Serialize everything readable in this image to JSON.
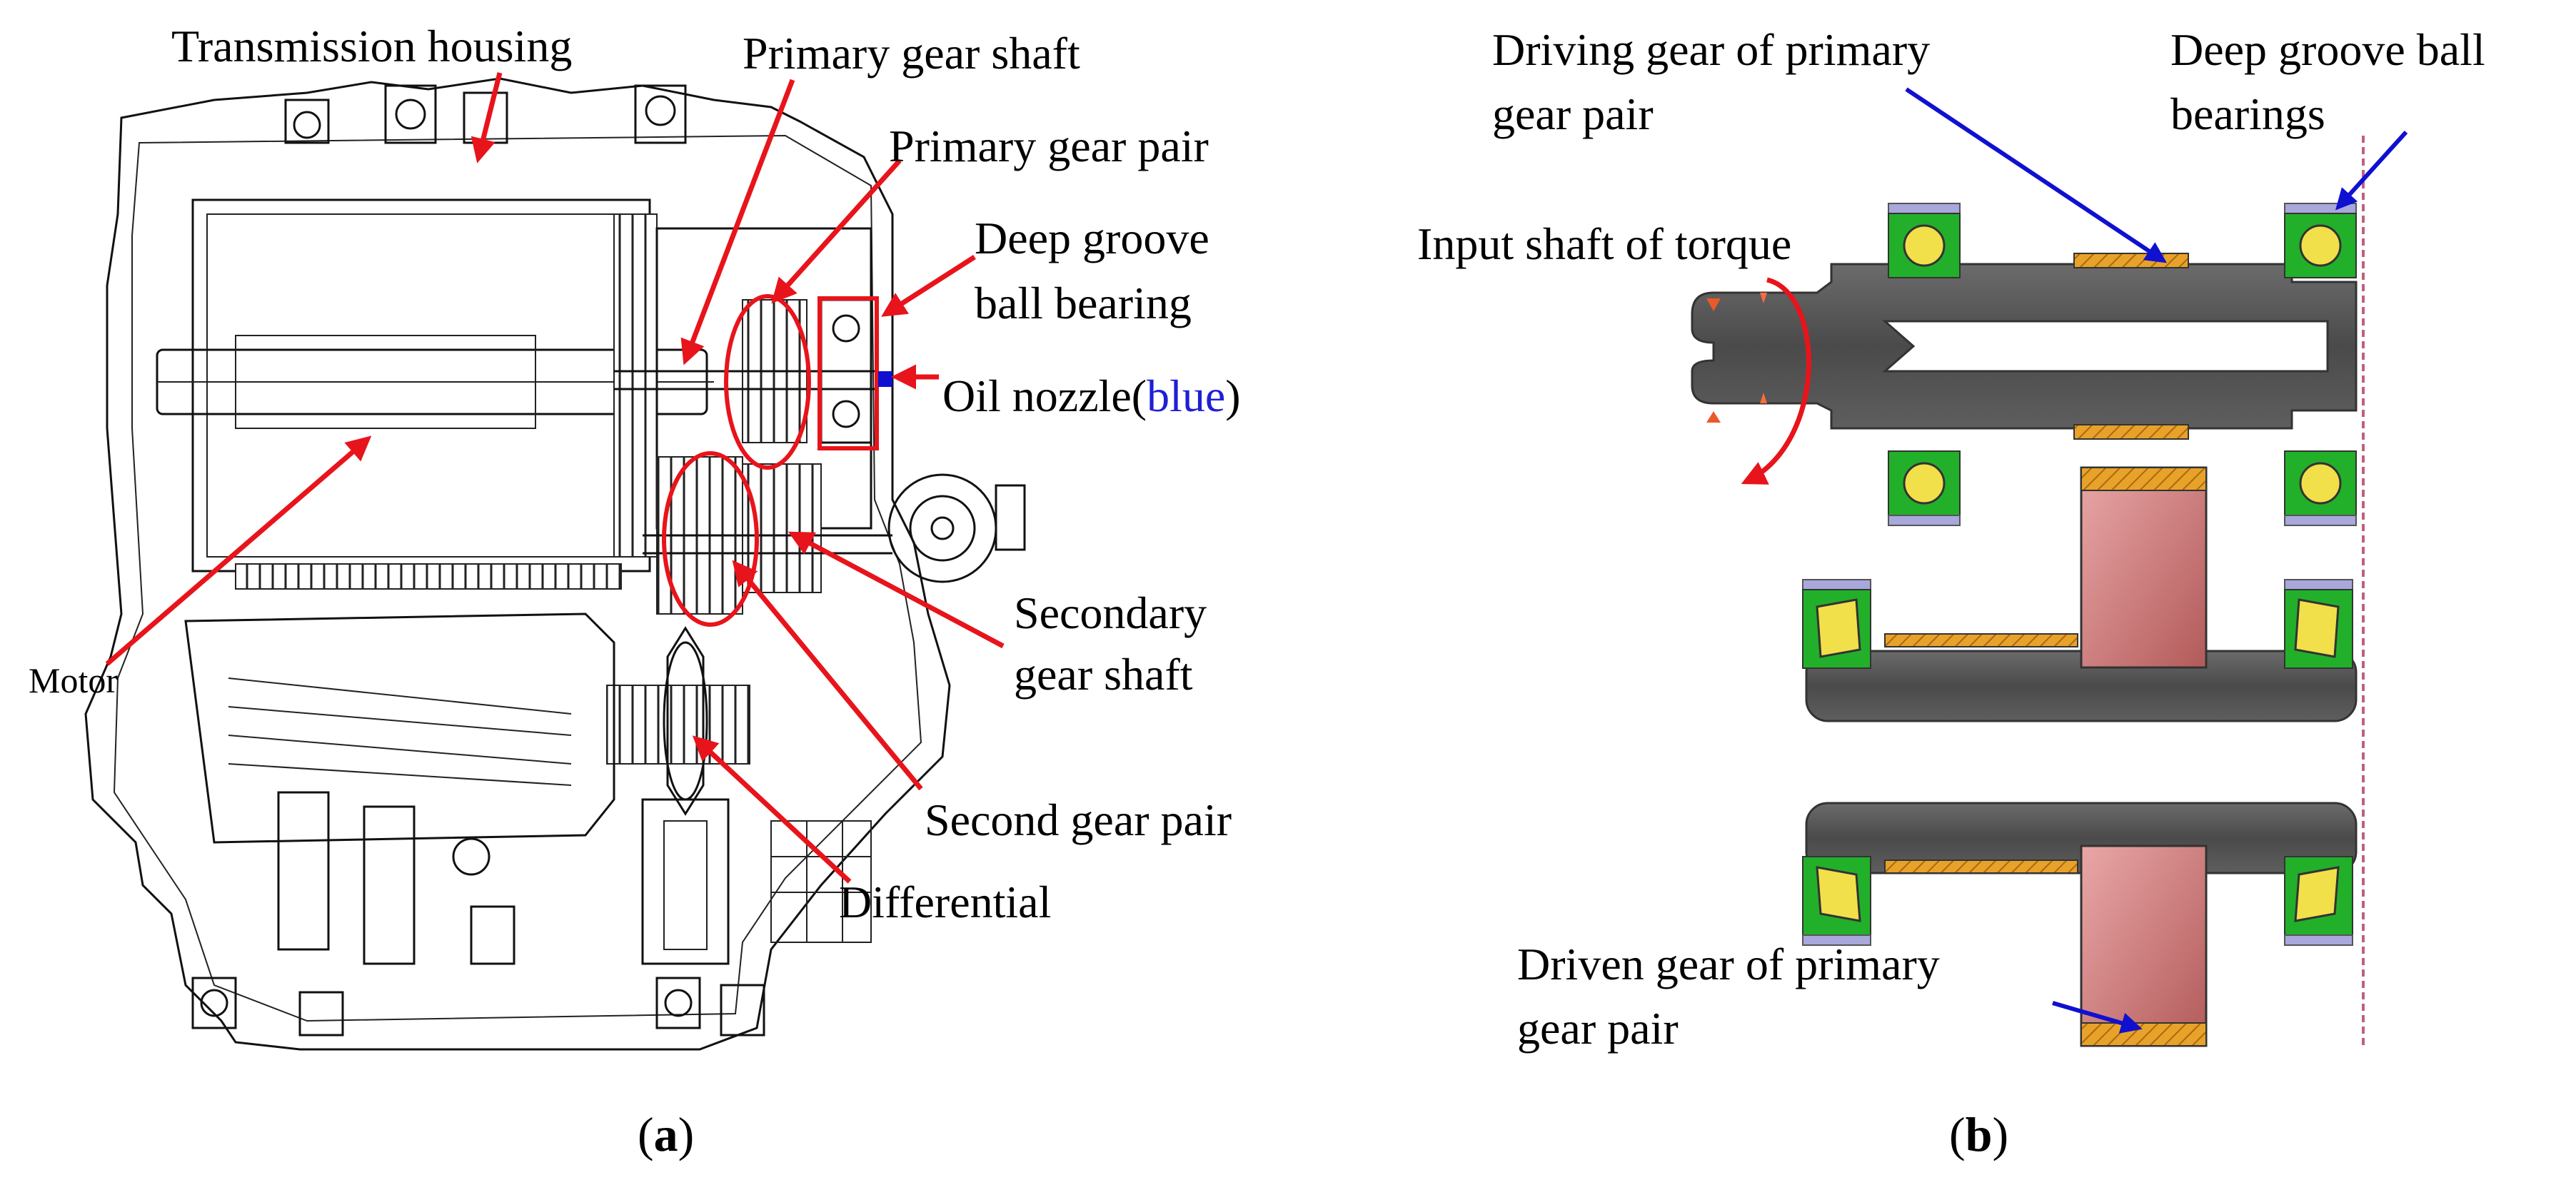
{
  "colors": {
    "annotation_red": "#e8141b",
    "annotation_blue": "#1010d0",
    "shaft_gray": "#5a5a5a",
    "bearing_green": "#22b02a",
    "ball_yellow": "#f2e04a",
    "gear_orange": "#e8a22a",
    "driven_gear_pink": "#d98b8b",
    "bearing_cap_lavender": "#a8a8dc"
  },
  "panel_a": {
    "caption_open": "(",
    "caption_letter": "a",
    "caption_close": ")",
    "labels": {
      "transmission_housing": "Transmission housing",
      "primary_gear_shaft": "Primary gear shaft",
      "primary_gear_pair": "Primary gear pair",
      "deep_groove_line1": "Deep groove",
      "deep_groove_line2": "ball bearing",
      "oil_nozzle_prefix": "Oil nozzle(",
      "oil_nozzle_blue": "blue",
      "oil_nozzle_suffix": ")",
      "motor": "Motor",
      "secondary_line1": "Secondary",
      "secondary_line2": "gear shaft",
      "second_gear_pair": "Second gear pair",
      "differential": "Differential"
    }
  },
  "panel_b": {
    "caption_open": "(",
    "caption_letter": "b",
    "caption_close": ")",
    "labels": {
      "driving_line1": "Driving gear of primary",
      "driving_line2": "gear pair",
      "deep_groove_line1": "Deep groove ball",
      "deep_groove_line2": "bearings",
      "input_shaft": "Input shaft of torque",
      "driven_line1": "Driven gear of primary",
      "driven_line2": "gear pair"
    }
  }
}
